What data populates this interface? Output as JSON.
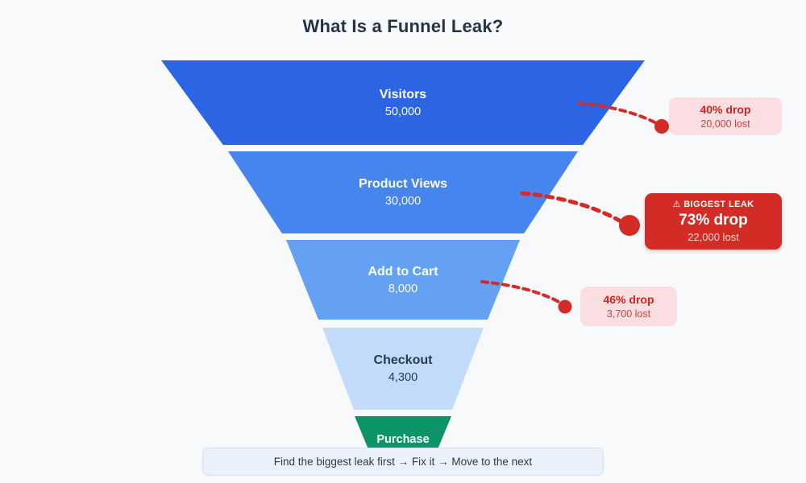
{
  "title": "What Is a Funnel Leak?",
  "chart_data": {
    "type": "funnel",
    "title": "What Is a Funnel Leak?",
    "stages": [
      {
        "label": "Visitors",
        "value": 50000,
        "value_label": "50,000",
        "color": "#2b65e3",
        "text_color": "#ffffff"
      },
      {
        "label": "Product Views",
        "value": 30000,
        "value_label": "30,000",
        "color": "#4684ee",
        "text_color": "#ffffff"
      },
      {
        "label": "Add to Cart",
        "value": 8000,
        "value_label": "8,000",
        "color": "#64a1f2",
        "text_color": "#ffffff"
      },
      {
        "label": "Checkout",
        "value": 4300,
        "value_label": "4,300",
        "color": "#c2dbfb",
        "text_color": "#2b3a4e"
      },
      {
        "label": "Purchase",
        "value": null,
        "value_label": "",
        "color": "#0c9468",
        "text_color": "#ffffff"
      }
    ],
    "leaks": [
      {
        "severity": "minor",
        "drop_pct": 40,
        "drop_label": "40% drop",
        "lost_label": "20,000 lost",
        "between": [
          "Visitors",
          "Product Views"
        ]
      },
      {
        "severity": "major",
        "badge": "⚠ BIGGEST LEAK",
        "drop_pct": 73,
        "drop_label": "73% drop",
        "lost_label": "22,000 lost",
        "between": [
          "Product Views",
          "Add to Cart"
        ]
      },
      {
        "severity": "minor",
        "drop_pct": 46,
        "drop_label": "46% drop",
        "lost_label": "3,700 lost",
        "between": [
          "Add to Cart",
          "Checkout"
        ]
      }
    ],
    "annotation_style": {
      "line_color": "#d32b26",
      "line_style": "dashed",
      "minor_box_bg": "#fbdee1",
      "major_box_bg": "#d32b26"
    },
    "layout": {
      "orientation": "top-down",
      "centered": true,
      "legend": "none",
      "grid": false
    }
  },
  "footer": {
    "tip": "Find the biggest leak first → Fix it → Move to the next"
  },
  "colors": {
    "background": "#f7f9fb",
    "title_text": "#253347",
    "leak_red": "#d32b26",
    "leak_pink": "#fbdee1",
    "footer_bg": "#eaf1fa",
    "footer_border": "#d3e1f2"
  }
}
